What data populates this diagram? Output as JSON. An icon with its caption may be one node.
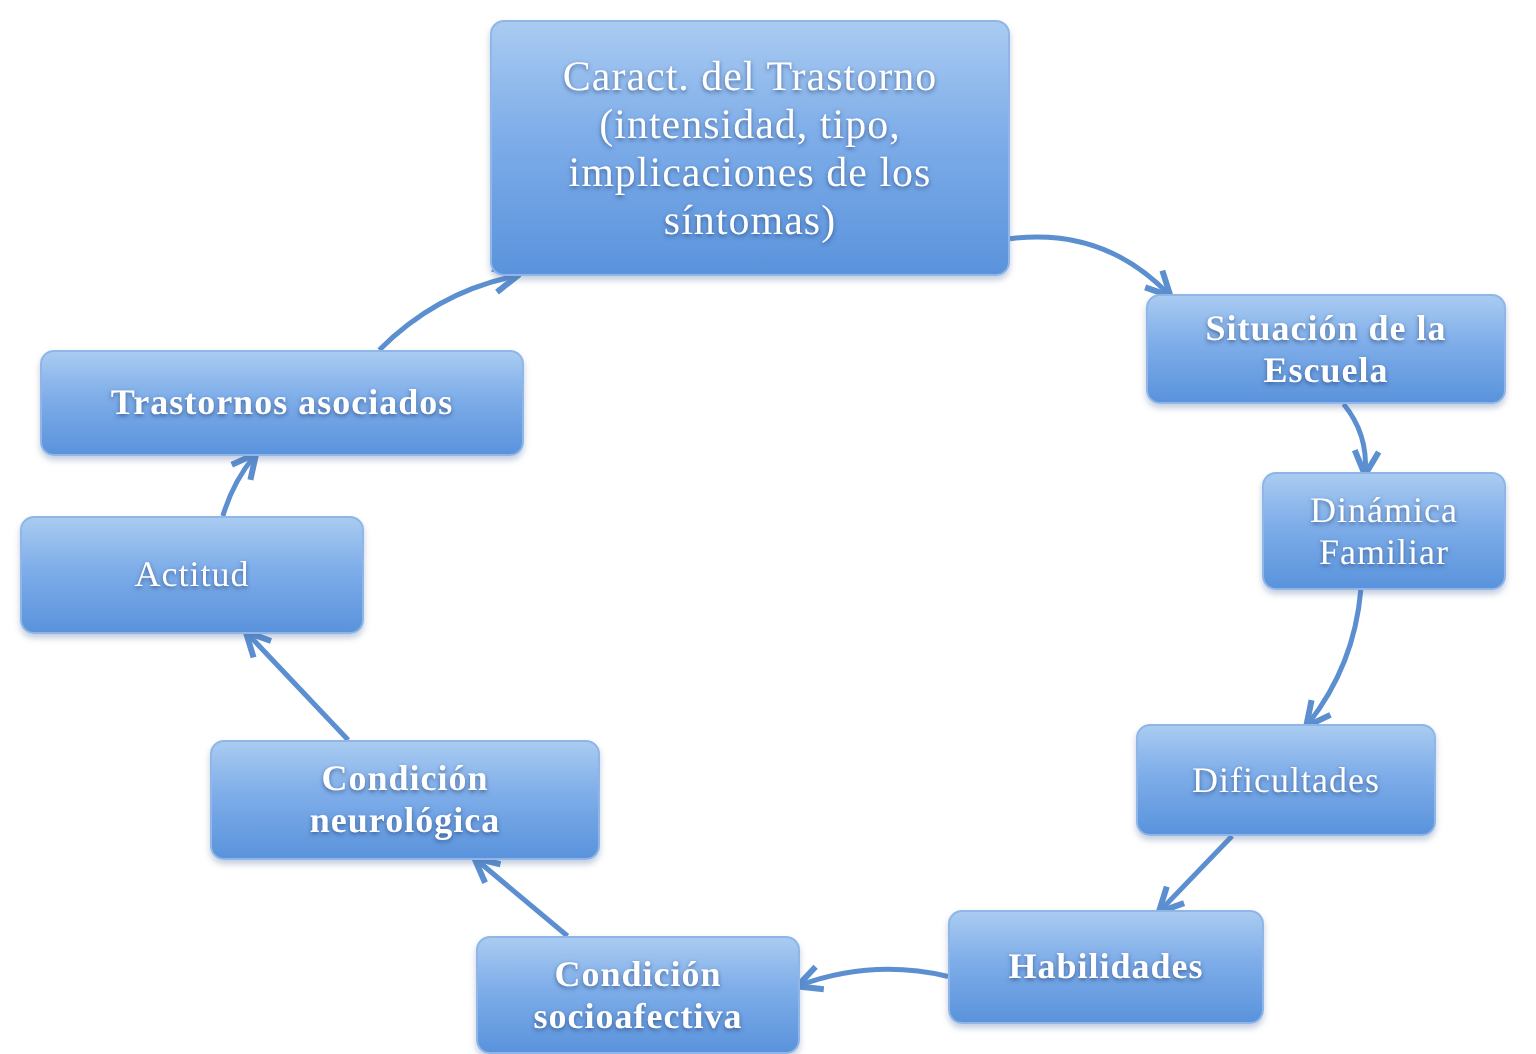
{
  "diagram": {
    "nodes": [
      {
        "text": [
          "Caract. del Trastorno (intensidad, tipo, implicaciones de los síntomas)"
        ]
      },
      {
        "text": [
          "Situación de la Escuela"
        ]
      },
      {
        "text": [
          "Dinámica Familiar"
        ]
      },
      {
        "text": [
          "Dificultades"
        ]
      },
      {
        "text": [
          "Habilidades"
        ]
      },
      {
        "text": [
          "Condición socioafectiva"
        ]
      },
      {
        "text": [
          "Condición neurológica"
        ]
      },
      {
        "text": [
          "Actitud"
        ]
      },
      {
        "text": [
          "Trastornos asociados"
        ]
      }
    ],
    "edges": [
      {
        "from": 0,
        "to": 1,
        "arrow": "to"
      },
      {
        "from": 1,
        "to": 2,
        "arrow": "to"
      },
      {
        "from": 2,
        "to": 3,
        "arrow": "to"
      },
      {
        "from": 3,
        "to": 4,
        "arrow": "to"
      },
      {
        "from": 4,
        "to": 5,
        "arrow": "to"
      },
      {
        "from": 5,
        "to": 6,
        "arrow": "to"
      },
      {
        "from": 6,
        "to": 7,
        "arrow": "to"
      },
      {
        "from": 7,
        "to": 8,
        "arrow": "to"
      },
      {
        "from": 8,
        "to": 0,
        "arrow": "to"
      }
    ]
  }
}
